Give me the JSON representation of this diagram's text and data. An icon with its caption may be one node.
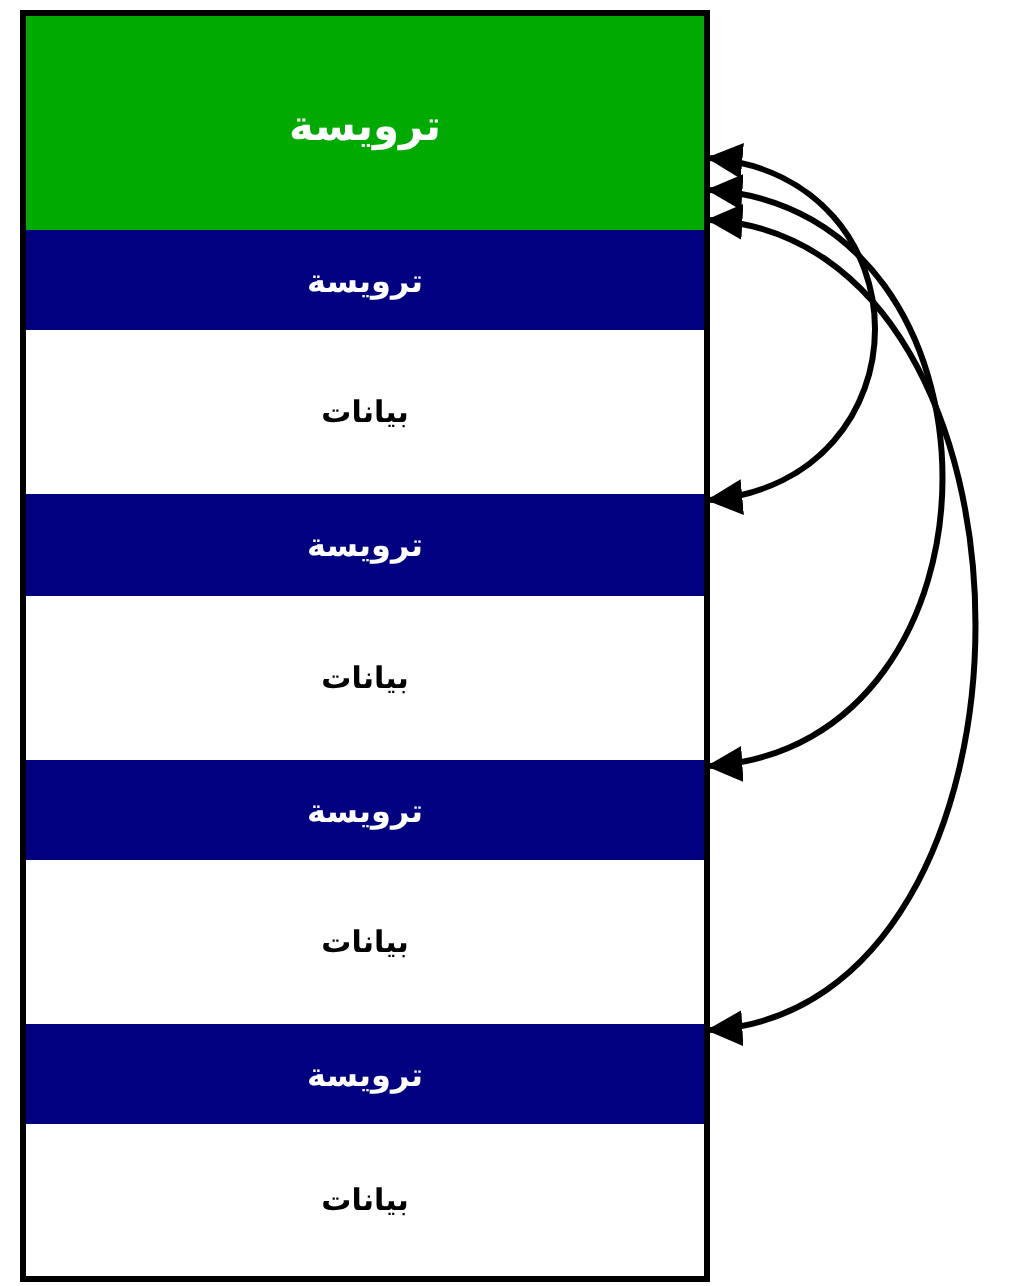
{
  "diagram": {
    "nodes": [
      {
        "text": [
          "ترويسة"
        ]
      },
      {
        "text": [
          "ترويسة"
        ]
      },
      {
        "text": [
          "بيانات"
        ]
      },
      {
        "text": [
          "ترويسة"
        ]
      },
      {
        "text": [
          "بيانات"
        ]
      },
      {
        "text": [
          "ترويسة"
        ]
      },
      {
        "text": [
          "بيانات"
        ]
      },
      {
        "text": [
          "ترويسة"
        ]
      },
      {
        "text": [
          "بيانات"
        ]
      }
    ],
    "edges": [
      {
        "from": 0,
        "to": 3,
        "arrow": "both"
      },
      {
        "from": 0,
        "to": 5,
        "arrow": "both"
      },
      {
        "from": 0,
        "to": 7,
        "arrow": "both"
      }
    ]
  }
}
